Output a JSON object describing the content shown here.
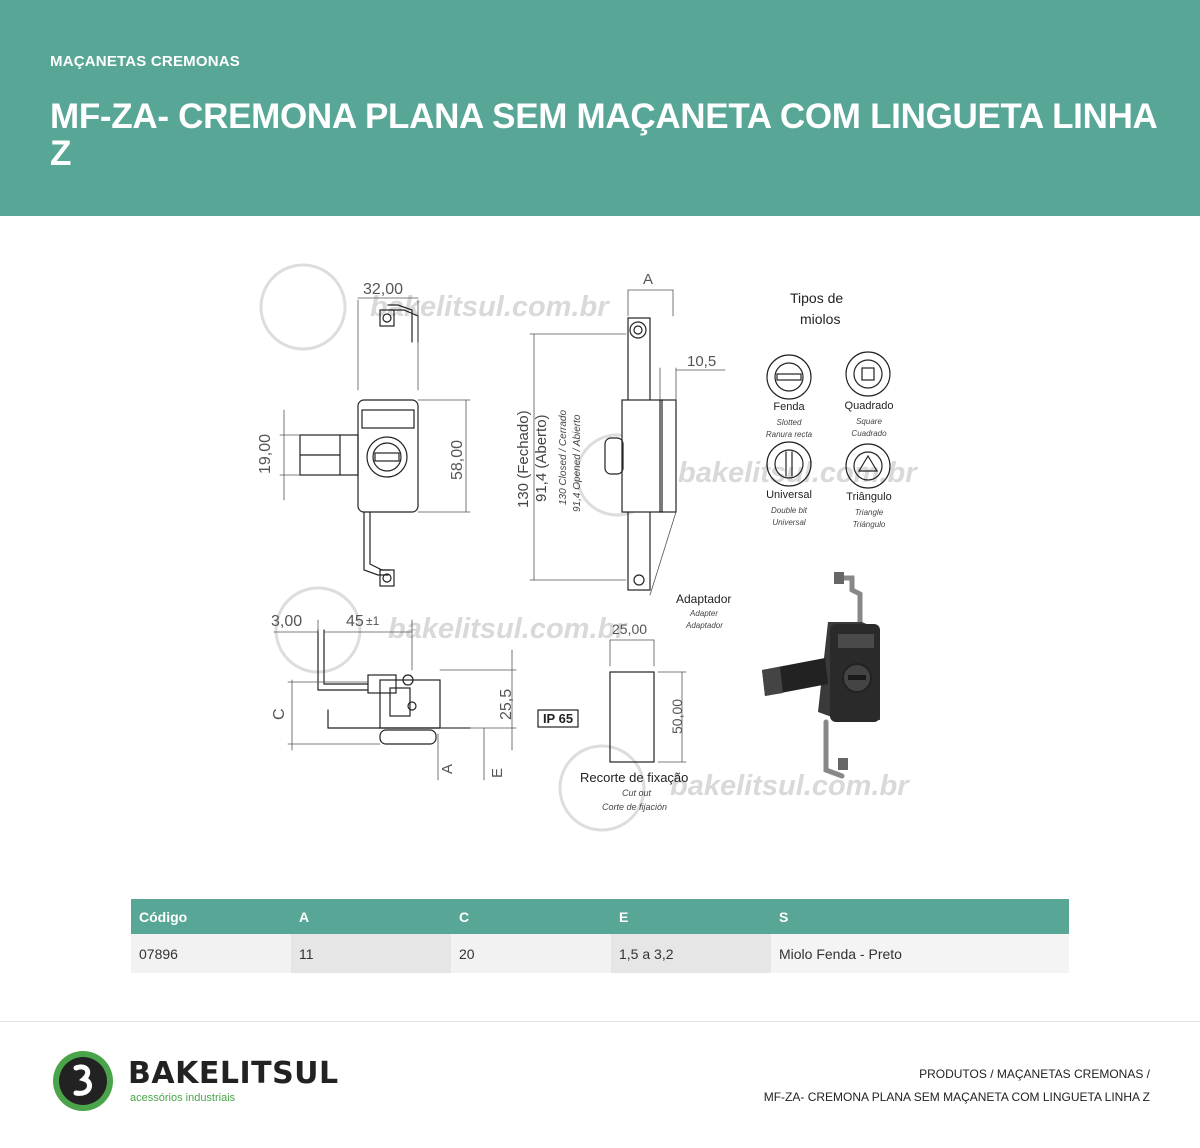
{
  "header": {
    "category": "MAÇANETAS CREMONAS",
    "title": "MF-ZA- CREMONA PLANA SEM MAÇANETA COM LINGUETA LINHA Z"
  },
  "drawing": {
    "watermark": "bakelitsul.com.br",
    "dimensions": {
      "width_top": "32,00",
      "height_handle": "19,00",
      "height_body": "58,00",
      "height_closed": "130 (Fechado)",
      "height_open": "91,4 (Aberto)",
      "height_closed_en_es": "130 Closed / Cerrado",
      "height_open_en_es": "91,4 Opened / Abierto",
      "dim_a": "A",
      "dim_105": "10,5",
      "dim_300": "3,00",
      "dim_45": "45",
      "dim_45_tol": "±1",
      "dim_c": "C",
      "dim_255": "25,5",
      "dim_e": "E",
      "dim_a_bottom": "A",
      "cutout_width": "25,00",
      "cutout_height": "50,00"
    },
    "adapter": {
      "pt": "Adaptador",
      "en": "Adapter",
      "es": "Adaptador"
    },
    "ip_rating": "IP 65",
    "cutout_label": {
      "pt": "Recorte de fixação",
      "en": "Cut out",
      "es": "Corte de fijación"
    },
    "cylinder_types": {
      "title_line1": "Tipos de",
      "title_line2": "miolos",
      "items": [
        {
          "name": "Fenda",
          "en": "Slotted",
          "es": "Ranura recta",
          "icon": "slotted-icon"
        },
        {
          "name": "Quadrado",
          "en": "Square",
          "es": "Cuadrado",
          "icon": "square-icon"
        },
        {
          "name": "Universal",
          "en": "Double bit",
          "es": "Universal",
          "icon": "double-bit-icon"
        },
        {
          "name": "Triângulo",
          "en": "Triangle",
          "es": "Triángulo",
          "icon": "triangle-icon"
        }
      ]
    }
  },
  "table": {
    "headers": [
      "Código",
      "A",
      "C",
      "E",
      "S"
    ],
    "rows": [
      [
        "07896",
        "11",
        "20",
        "1,5 a 3,2",
        "Miolo Fenda - Preto"
      ]
    ]
  },
  "footer": {
    "logo_name": "BAKELITSUL",
    "logo_tagline": "acessórios industriais",
    "breadcrumb_line1": "PRODUTOS / MAÇANETAS CREMONAS /",
    "breadcrumb_line2": "MF-ZA- CREMONA PLANA SEM MAÇANETA COM LINGUETA LINHA Z"
  },
  "colors": {
    "brand_green": "#58a796",
    "logo_green": "#4aa44a"
  }
}
